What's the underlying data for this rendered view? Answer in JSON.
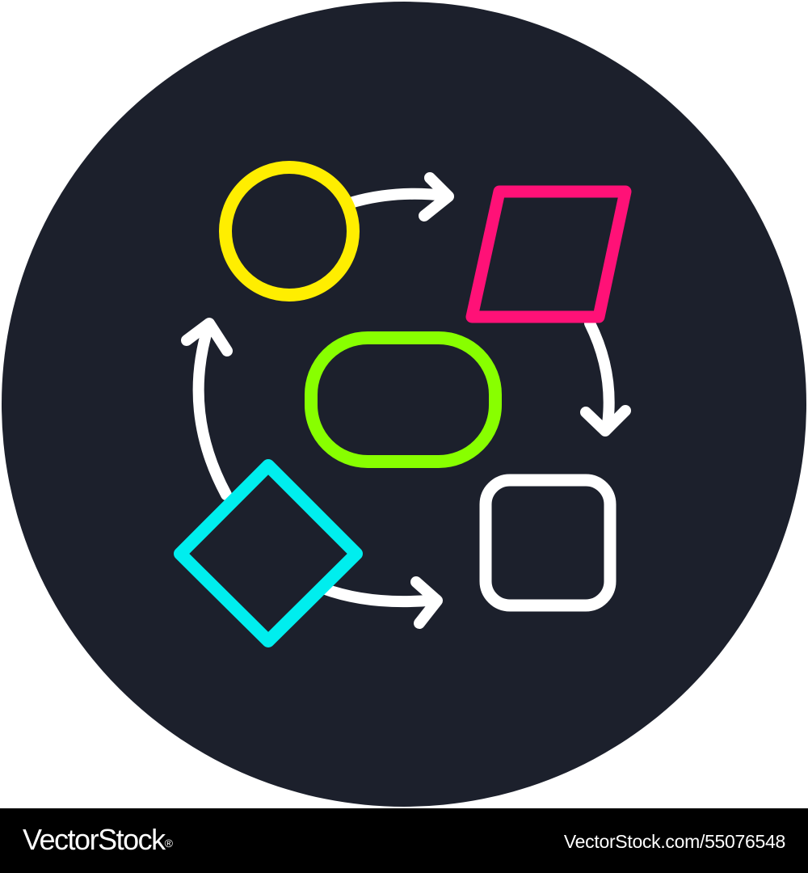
{
  "colors": {
    "badge_background": "#1c202c",
    "circle_stroke": "#ffee00",
    "parallelogram_stroke": "#ff1177",
    "terminator_stroke": "#88ff00",
    "diamond_stroke": "#00eeee",
    "square_stroke": "#ffffff",
    "arrow_stroke": "#ffffff",
    "footer_background": "#000000",
    "footer_text": "#ffffff"
  },
  "diagram": {
    "icon": "flowchart-icon",
    "nodes": [
      {
        "id": "circle",
        "shape": "circle",
        "color": "#ffee00"
      },
      {
        "id": "parallelogram",
        "shape": "parallelogram",
        "color": "#ff1177"
      },
      {
        "id": "terminator",
        "shape": "rounded-rectangle",
        "color": "#88ff00"
      },
      {
        "id": "square",
        "shape": "rounded-square",
        "color": "#ffffff"
      },
      {
        "id": "diamond",
        "shape": "diamond",
        "color": "#00eeee"
      }
    ],
    "edges": [
      {
        "from": "circle",
        "to": "parallelogram"
      },
      {
        "from": "parallelogram",
        "to": "square"
      },
      {
        "from": "diamond",
        "to": "square"
      },
      {
        "from": "diamond",
        "to": "circle"
      }
    ]
  },
  "footer": {
    "brand_part1": "Vector",
    "brand_part2": "Stock",
    "trademark": "®",
    "image_ref": "VectorStock.com/55076548"
  }
}
